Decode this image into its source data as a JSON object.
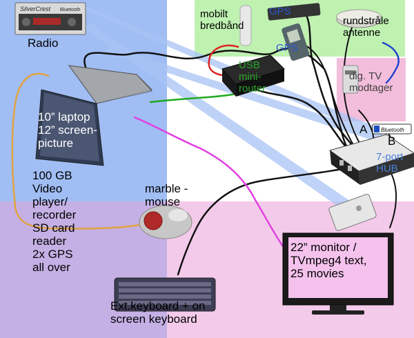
{
  "zones": {
    "left_color": "#8fb2f2",
    "top_right_color": "#b8f0a8",
    "tv_color": "#f2b7d8",
    "bottom_color": "#e3a6d9"
  },
  "wire_colors": {
    "black": "#111111",
    "orange": "#e0a340",
    "magenta": "#e040e0",
    "green": "#22aa22",
    "red": "#e02222",
    "blue": "#2244cc",
    "light_blue": "#a9c4f5"
  },
  "labels": {
    "radio": "Radio",
    "radio_brand": "SilverCrest",
    "radio_bt": "Bluetooth",
    "mobile_broadband": "mobilt\nbredbånd",
    "gps1": "GPS",
    "gps2": "GPS",
    "antenna": "rundstråle\nantenne",
    "usb_router": "USB\nmini-\nrouter",
    "tv_receiver": "dig. TV\nmodtager",
    "port_a": "A",
    "port_b": "B",
    "bt_dongle": "Bluetooth",
    "hub": "7-port\nHUB",
    "laptop": "10” laptop\n12” screen-\npicture",
    "laptop_specs": "100 GB\nVideo\nplayer/\nrecorder\nSD card\nreader\n2x GPS\nall over",
    "mouse": "marble -\nmouse",
    "monitor": "22” monitor /\nTVmpeg4 text,\n25 movies",
    "keyboard": "Ext.keyboard + on\nscreen keyboard"
  }
}
